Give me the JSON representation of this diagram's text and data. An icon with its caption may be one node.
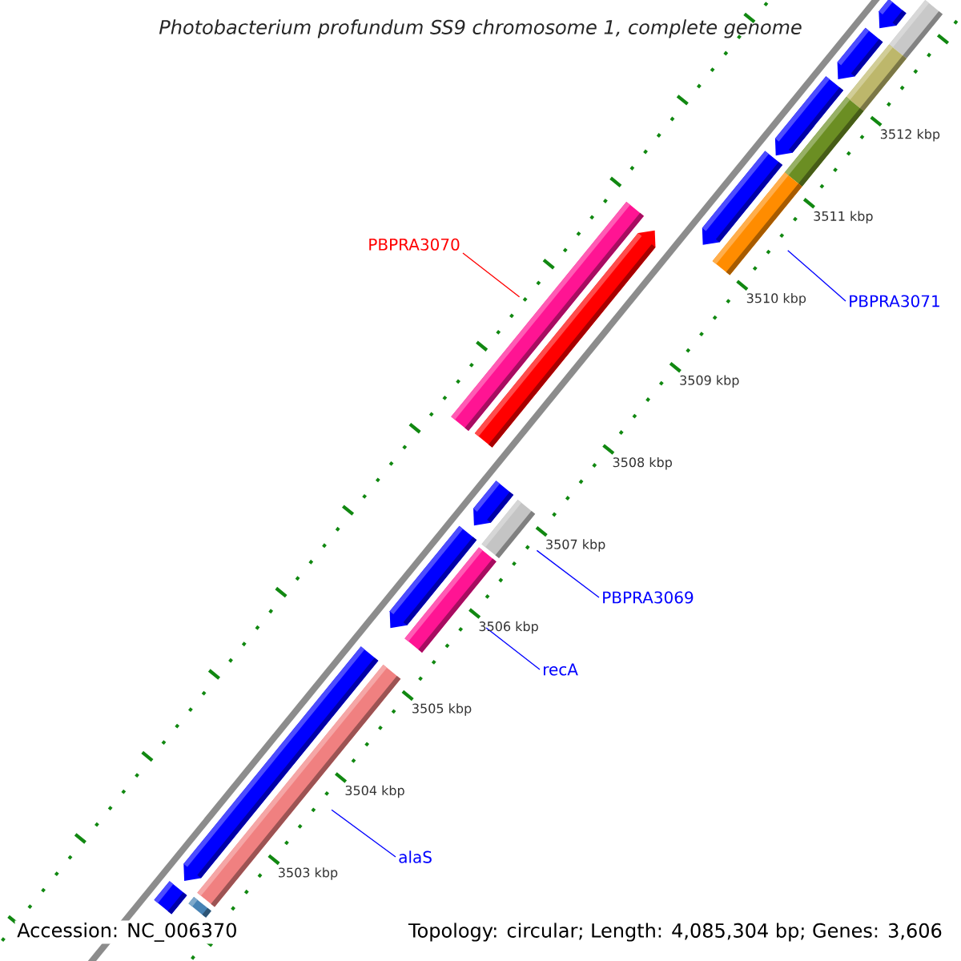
{
  "diagram": {
    "title": "Photobacterium profundum SS9 chromosome 1, complete genome",
    "nodes": [
      {
        "text": [
          "PBPRA3070"
        ]
      },
      {
        "text": [
          "PBPRA3071"
        ]
      },
      {
        "text": [
          "PBPRA3069"
        ]
      },
      {
        "text": [
          "recA"
        ]
      },
      {
        "text": [
          "alaS"
        ]
      },
      {
        "text": [],
        "shape": "pentagon"
      },
      {
        "text": [],
        "shape": "bar"
      },
      {
        "text": [],
        "shape": "pentagon"
      },
      {
        "text": [],
        "shape": "bar"
      },
      {
        "text": [],
        "shape": "pentagon"
      },
      {
        "text": [],
        "shape": "bar"
      },
      {
        "text": [],
        "shape": "pentagon"
      },
      {
        "text": [],
        "shape": "bar"
      },
      {
        "text": [],
        "shape": "bar"
      },
      {
        "text": [],
        "shape": "pentagon"
      },
      {
        "text": [],
        "shape": "pentagon"
      },
      {
        "text": [],
        "shape": "bar"
      },
      {
        "text": [],
        "shape": "pentagon"
      },
      {
        "text": [],
        "shape": "bar"
      },
      {
        "text": [],
        "shape": "pentagon"
      },
      {
        "text": [],
        "shape": "bar"
      },
      {
        "text": [],
        "shape": "bar"
      },
      {
        "text": [],
        "shape": "bar"
      }
    ],
    "edges": [
      {
        "from": 0,
        "to": 14,
        "arrow": "none",
        "color": "#ff0000"
      },
      {
        "from": 1,
        "to": 12,
        "arrow": "none"
      },
      {
        "from": 2,
        "to": 16,
        "arrow": "none"
      },
      {
        "from": 3,
        "to": 18,
        "arrow": "none"
      },
      {
        "from": 4,
        "to": 20,
        "arrow": "none"
      }
    ],
    "labels": [
      "3512 kbp",
      "3511 kbp",
      "3510 kbp",
      "3509 kbp",
      "3508 kbp",
      "3507 kbp",
      "3506 kbp",
      "3505 kbp",
      "3504 kbp",
      "3503 kbp",
      "Accession: NC_006370",
      "Topology: circular; Length: 4,085,304 bp; Genes: 3,606"
    ]
  }
}
